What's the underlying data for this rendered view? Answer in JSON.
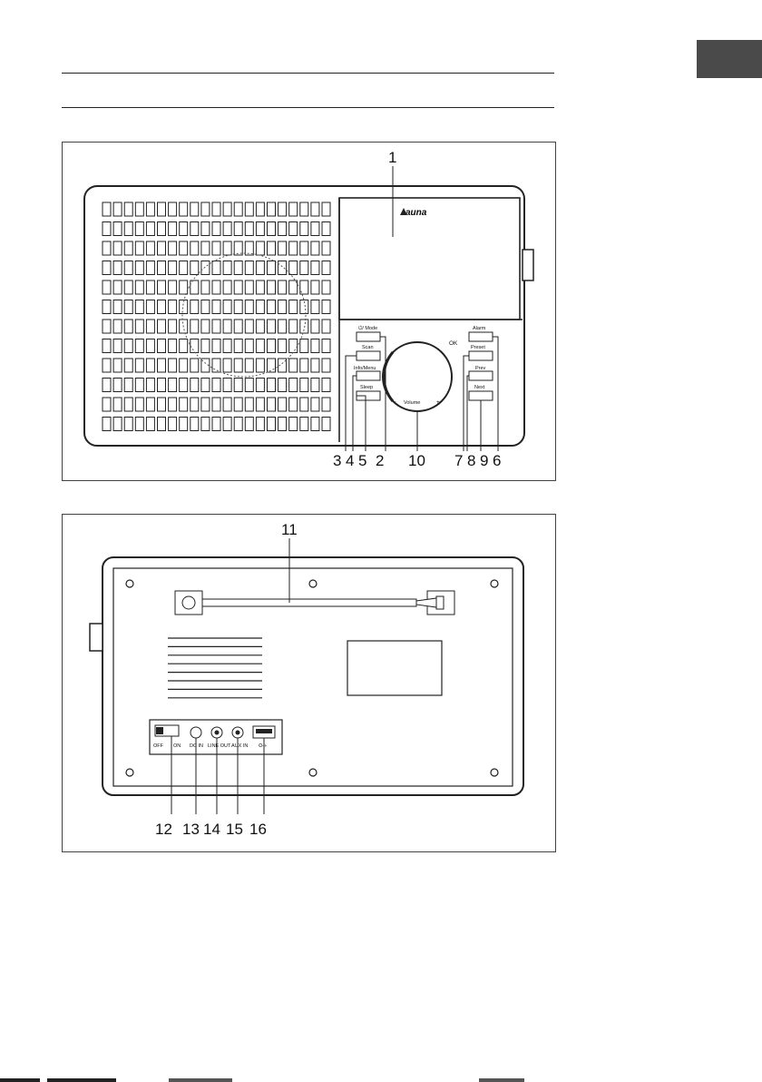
{
  "header": {
    "language_tab_color": "#4a4a4a"
  },
  "front_view": {
    "brand": "auna",
    "callouts": {
      "c1": "1",
      "c2": "2",
      "c3": "3",
      "c4": "4",
      "c5": "5",
      "c6": "6",
      "c7": "7",
      "c8": "8",
      "c9": "9",
      "c10": "10"
    },
    "buttons": {
      "mode": "⏻/ Mode",
      "scan": "Scan",
      "info_menu": "Info/Menu",
      "sleep": "Sleep",
      "alarm": "Alarm",
      "preset": "Preset",
      "prev": "Prev",
      "next": "Next"
    },
    "knob": {
      "ok": "OK",
      "volume": "Volume",
      "minus": "−",
      "plus": "+"
    }
  },
  "rear_view": {
    "callouts": {
      "c11": "11",
      "c12": "12",
      "c13": "13",
      "c14": "14",
      "c15": "15",
      "c16": "16"
    },
    "labels": {
      "off": "OFF",
      "on": "ON",
      "dc_in": "DC IN",
      "line_out": "LINE OUT",
      "aux_in": "AUX IN",
      "usb": "⭘⇢"
    }
  }
}
